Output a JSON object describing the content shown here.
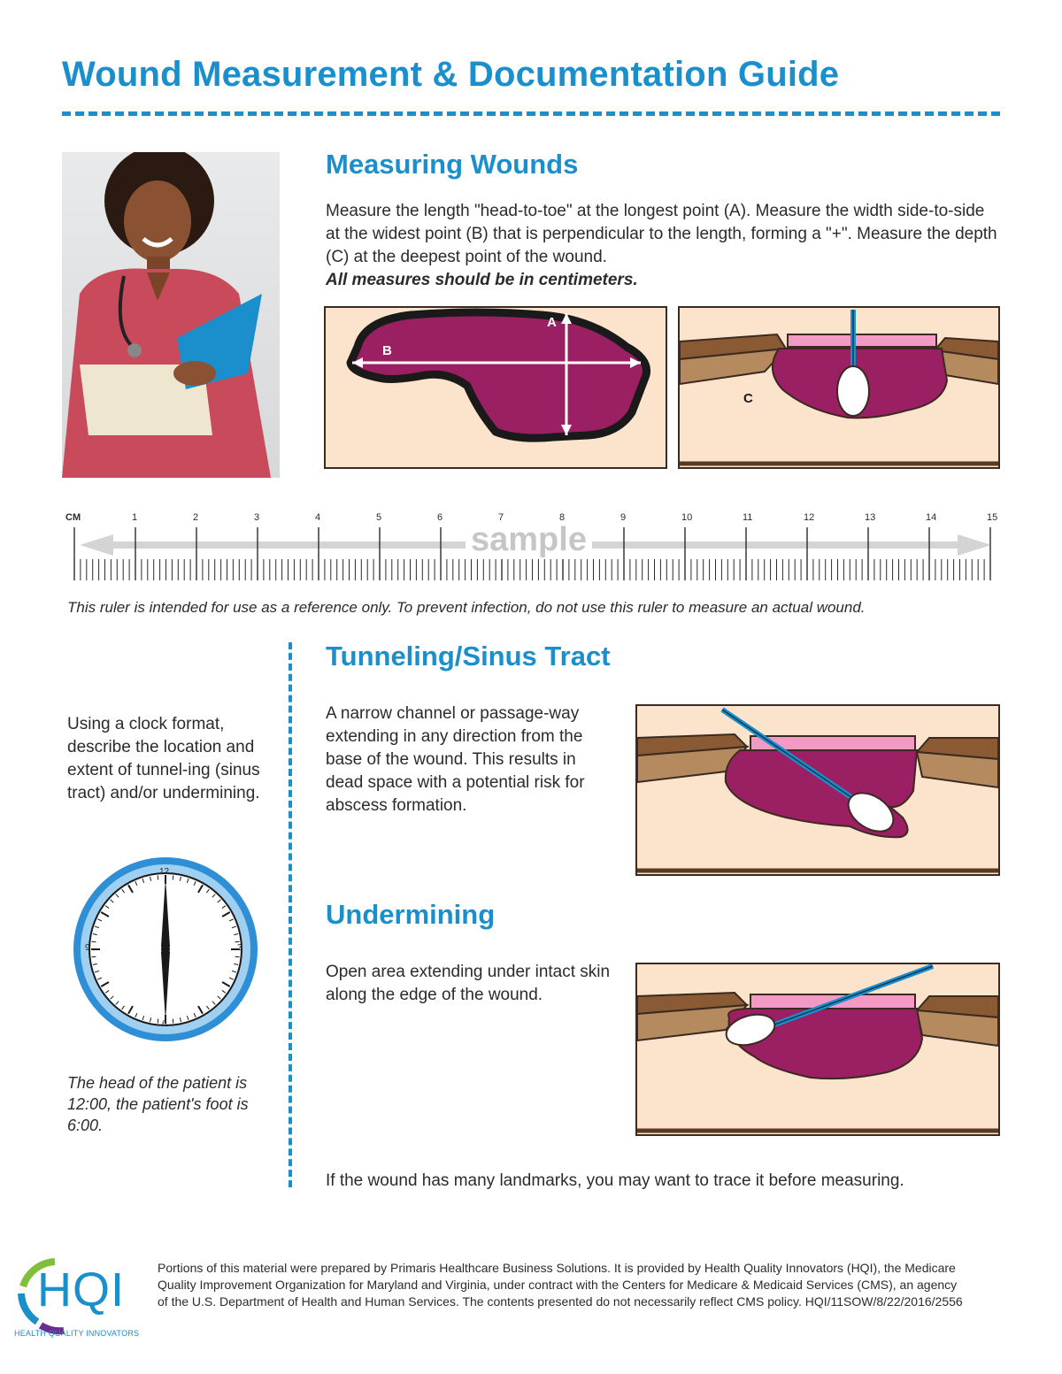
{
  "header": {
    "title": "Wound Measurement & Documentation Guide"
  },
  "measuring": {
    "heading": "Measuring Wounds",
    "body": "Measure the length \"head-to-toe\" at the longest point (A). Measure the width side-to-side at the widest point (B) that is perpendicular to the length, forming a \"+\". Measure the depth (C) at the deepest point of the wound.",
    "note": "All measures should be in centimeters.",
    "label_a": "A",
    "label_b": "B",
    "label_c": "C"
  },
  "ruler": {
    "unit_label": "CM",
    "numbers": [
      "1",
      "2",
      "3",
      "4",
      "5",
      "6",
      "7",
      "8",
      "9",
      "10",
      "11",
      "12",
      "13",
      "14",
      "15"
    ],
    "watermark": "sample",
    "disclaimer": "This ruler is intended for use as a reference only. To prevent infection, do not use this ruler to measure an actual wound."
  },
  "clock_section": {
    "instructions": "Using a clock format, describe the location and extent of tunnel-ing (sinus tract) and/or undermining.",
    "clock_labels": [
      "12",
      "3",
      "6",
      "9"
    ],
    "caption": "The head of the patient is 12:00, the patient's foot is 6:00."
  },
  "tunneling": {
    "heading": "Tunneling/Sinus Tract",
    "body": "A narrow channel or passage-way extending in any direction from the base of the wound. This results in dead space with a potential risk for abscess formation."
  },
  "undermining": {
    "heading": "Undermining",
    "body": "Open area extending under intact skin along the edge of the wound."
  },
  "trace_tip": "If the wound has many landmarks, you may want to trace it before measuring.",
  "footer": {
    "logo_text": "HQI",
    "logo_tagline": "HEALTH QUALITY INNOVATORS",
    "disclaimer": "Portions of this material were prepared by Primaris Healthcare Business Solutions. It is provided by Health Quality Innovators (HQI), the Medicare Quality Improvement Organization for Maryland and Virginia, under contract with the Centers for Medicare & Medicaid Services (CMS), an agency of the U.S. Department of Health and Human Services. The contents presented do not necessarily reflect CMS policy. HQI/11SOW/8/22/2016/2556"
  },
  "colors": {
    "accent": "#1a8fcb",
    "wound": "#9b1f63",
    "skin": "#fbe3cc",
    "epidermis": "#f29ac4",
    "dermis": "#8a5a35"
  }
}
